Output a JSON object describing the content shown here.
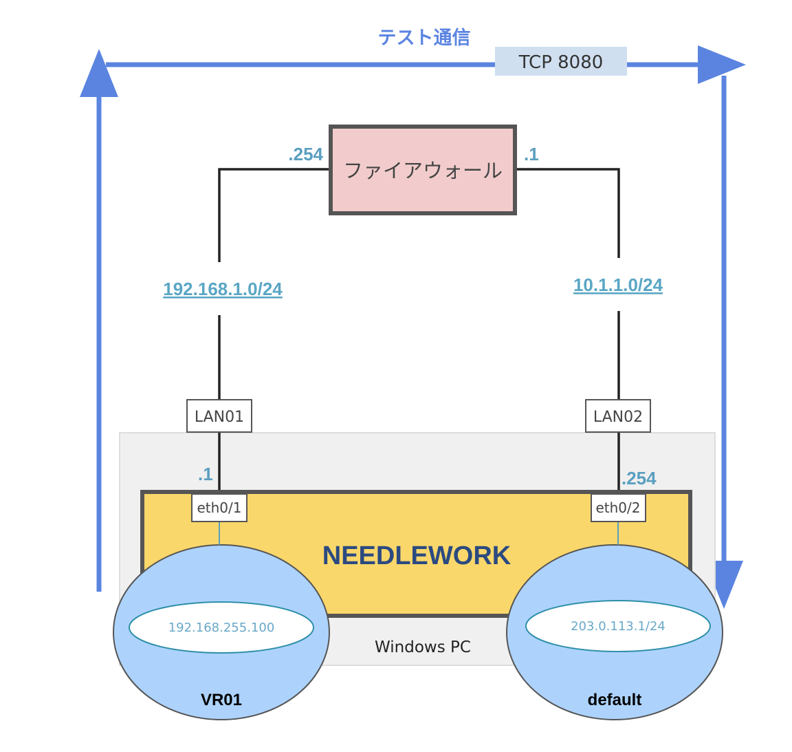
{
  "title": "テスト通信",
  "protocol_label": "TCP 8080",
  "firewall": {
    "label": "ファイアウォール",
    "left_addr": ".254",
    "right_addr": ".1"
  },
  "subnets": {
    "left": "192.168.1.0/24",
    "right": "10.1.1.0/24"
  },
  "lan_ports": {
    "left": "LAN01",
    "right": "LAN02"
  },
  "needlework": {
    "label": "NEEDLEWORK",
    "left_addr": ".1",
    "right_addr": ".254",
    "left_port": "eth0/1",
    "right_port": "eth0/2"
  },
  "windows_pc": {
    "label": "Windows PC"
  },
  "vrouters": {
    "left": {
      "name": "VR01",
      "ip": "192.168.255.100"
    },
    "right": {
      "name": "default",
      "ip": "203.0.113.1/24"
    }
  },
  "colors": {
    "flow_arrow": "#5b84e1",
    "firewall_fill": "#f2cccc",
    "needlework_fill": "#fad76b",
    "router_fill": "#add3fd",
    "pc_fill": "#f0f0f0",
    "protocol_fill": "#cfdff0"
  }
}
